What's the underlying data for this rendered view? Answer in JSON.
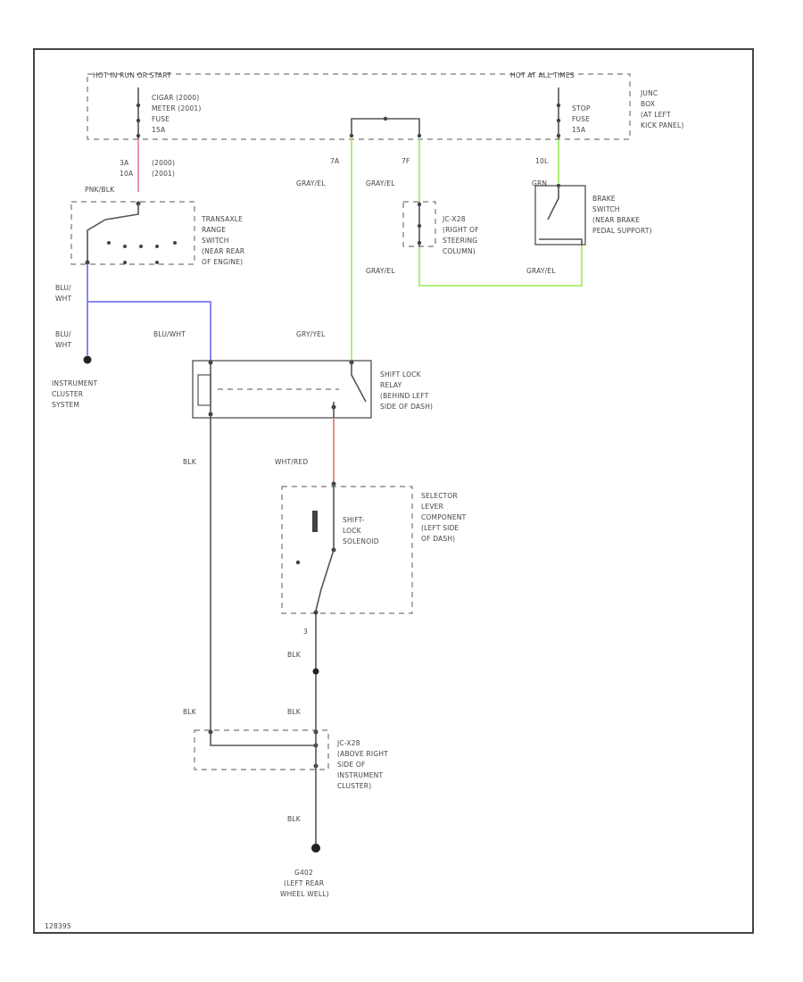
{
  "header": {
    "hot_in_run": "HOT IN RUN OR START",
    "hot_at_all_times": "HOT AT ALL TIMES"
  },
  "fuses": {
    "cigar_meter": [
      "CIGAR (2000)",
      "METER (2001)",
      "FUSE",
      "15A"
    ],
    "stop": [
      "STOP",
      "FUSE",
      "15A"
    ]
  },
  "junction_box": [
    "JUNC",
    "BOX",
    "(AT LEFT",
    "KICK PANEL)"
  ],
  "components": {
    "transaxle_switch": [
      "TRANSAXLE",
      "RANGE",
      "SWITCH",
      "(NEAR REAR",
      "OF ENGINE)"
    ],
    "jc_steering": [
      "JC-X28",
      "(RIGHT OF",
      "STEERING",
      "COLUMN)"
    ],
    "brake_switch": [
      "BRAKE",
      "SWITCH",
      "(NEAR BRAKE",
      "PEDAL SUPPORT)"
    ],
    "instrument_cluster": [
      "INSTRUMENT",
      "CLUSTER",
      "SYSTEM"
    ],
    "shift_lock_relay": [
      "SHIFT LOCK",
      "RELAY",
      "(BEHIND LEFT",
      "SIDE OF DASH)"
    ],
    "selector_lever": [
      "SELECTOR",
      "LEVER",
      "COMPONENT",
      "(LEFT SIDE",
      "OF DASH)"
    ],
    "shift_lock_solenoid": [
      "SHIFT-",
      "LOCK",
      "SOLENOID"
    ],
    "jc_cluster": [
      "JC-X28",
      "(ABOVE RIGHT",
      "SIDE OF",
      "INSTRUMENT",
      "CLUSTER)"
    ],
    "ground": [
      "G402",
      "(LEFT REAR",
      "WHEEL WELL)"
    ]
  },
  "pins": {
    "fuse_out": [
      "3A",
      "10A"
    ],
    "fuse_out_years": [
      "(2000)",
      "(2001)"
    ],
    "gry_a": "7A",
    "gry_b": "7F",
    "stop_out": "10L",
    "solenoid_out": "3"
  },
  "wires": {
    "pnk_blk": "PNK/BLK",
    "blu_wht_1": [
      "BLU/",
      "WHT"
    ],
    "blu_wht_2": [
      "BLU/",
      "WHT"
    ],
    "blu_wht_3": "BLU/WHT",
    "gry_yel_1": "GRAY/EL",
    "gry_yel_2": "GRAY/EL",
    "gry_yel_3": "GRN",
    "gry_yel_4": "GRAY/EL",
    "gry_yel_5": "GRAY/EL",
    "gry_yel_6": "GRY/YEL",
    "blk_1": "BLK",
    "wht_red": "WHT/RED",
    "blk_2": "BLK",
    "blk_3": "BLK",
    "blk_4": "BLK",
    "blk_5": "BLK"
  },
  "footer_code": "128395",
  "colors": {
    "pink_wire": "#e88a9a",
    "blue_wire": "#7c78f0",
    "green_wire": "#a6ef6a",
    "red_wire": "#e08080"
  }
}
